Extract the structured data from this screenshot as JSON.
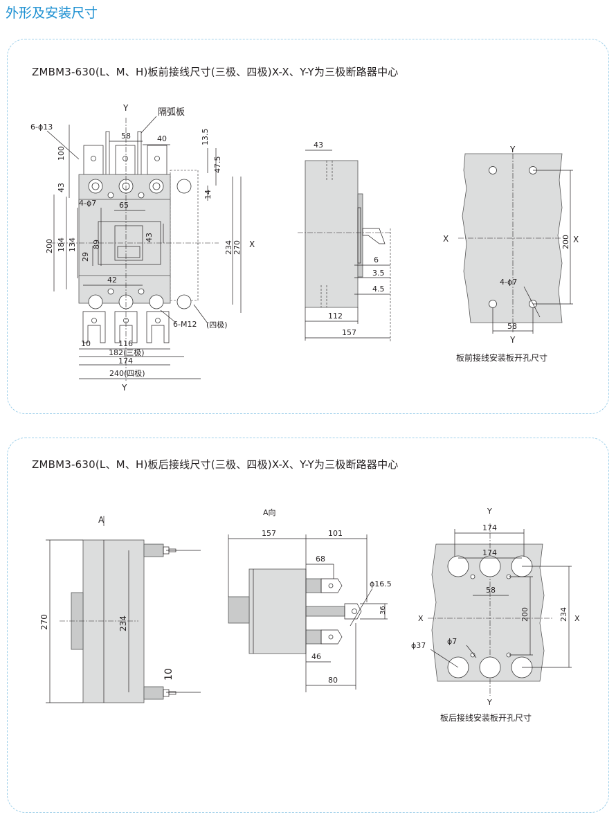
{
  "page": {
    "title": "外形及安装尺寸"
  },
  "section_front": {
    "heading": "ZMBM3-630(L、M、H)板前接线尺寸(三极、四极)X-X、Y-Y为三极断路器中心",
    "front_view": {
      "axis_y": "Y",
      "axis_x": "X",
      "arc_barrier": "隔弧板",
      "holes_6": "6-ϕ13",
      "holes_4": "4-ϕ7",
      "screws": "6-M12",
      "four_pole": "(四极)",
      "dims": [
        "58",
        "40",
        "13.5",
        "47.5",
        "100",
        "43",
        "14",
        "65",
        "43",
        "89",
        "29",
        "184",
        "134",
        "200",
        "234",
        "270",
        "42",
        "10",
        "116",
        "182(三极)",
        "174",
        "240(四极)"
      ]
    },
    "side_view": {
      "dims": [
        "43",
        "6",
        "3.5",
        "4.5",
        "112",
        "157"
      ]
    },
    "panel_cutout": {
      "axis_y": "Y",
      "axis_x": "X",
      "holes": "4-ϕ7",
      "dims": [
        "200",
        "58"
      ],
      "caption": "板前接线安装板开孔尺寸"
    }
  },
  "section_back": {
    "heading": "ZMBM3-630(L、M、H)板后接线尺寸(三极、四极)X-X、Y-Y为三极断路器中心",
    "side_view": {
      "arrow_label": "A",
      "dims": [
        "270",
        "234",
        "10"
      ]
    },
    "a_view": {
      "label": "A向",
      "dims": [
        "157",
        "101",
        "68",
        "ϕ16.5",
        "36",
        "46",
        "80"
      ]
    },
    "panel_cutout": {
      "axis_y": "Y",
      "axis_x": "X",
      "dims": [
        "174",
        "174",
        "58",
        "200",
        "234",
        "ϕ37",
        "ϕ7"
      ],
      "caption": "板后接线安装板开孔尺寸"
    }
  }
}
